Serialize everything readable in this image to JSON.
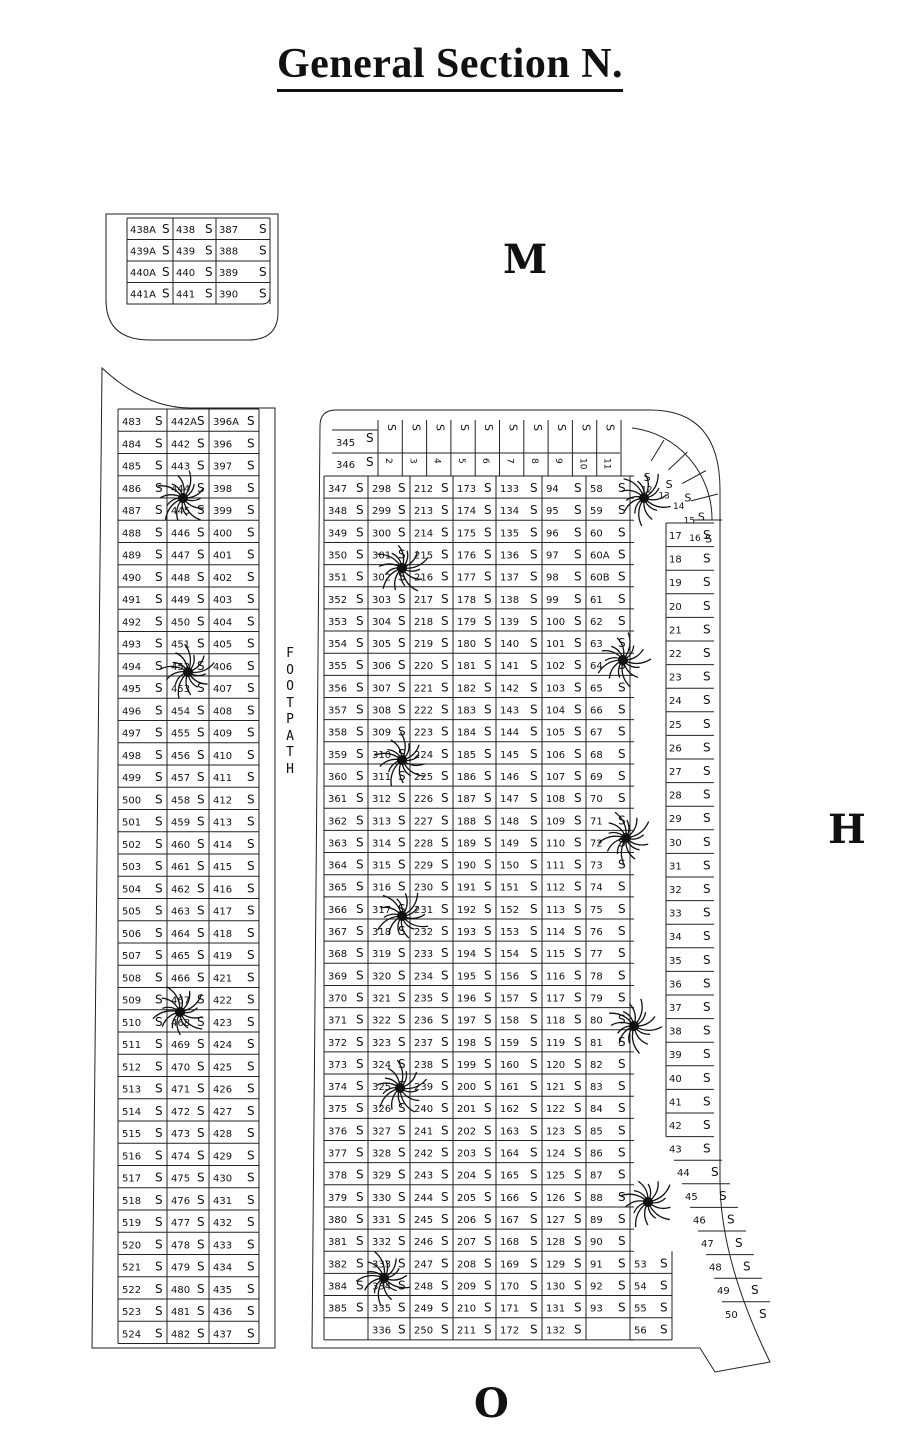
{
  "title": "General Section N.",
  "compass_labels": {
    "north_top": "M",
    "east": "H",
    "south": "O"
  },
  "footpath_label": "FOOTPATH",
  "grave_marker": "S",
  "top_left_block": [
    [
      "438A",
      "438",
      "387"
    ],
    [
      "439A",
      "439",
      "388"
    ],
    [
      "440A",
      "440",
      "389"
    ],
    [
      "441A",
      "441",
      "390"
    ]
  ],
  "left_block_header": [
    "483",
    "442A",
    "396A"
  ],
  "left_block_second_column": [
    "442",
    "443",
    "444",
    "445",
    "446",
    "447",
    "448",
    "449",
    "450",
    "451",
    "452",
    "453",
    "454",
    "455",
    "456",
    "457",
    "458",
    "459",
    "460",
    "461",
    "462",
    "463",
    "464",
    "465",
    "466",
    "467",
    "468",
    "469",
    "470",
    "471",
    "472",
    "473",
    "474",
    "475",
    "476",
    "477",
    "478",
    "479",
    "480",
    "481",
    "482"
  ],
  "left_block_third_column": [
    "396",
    "397",
    "398",
    "399",
    "400",
    "401",
    "402",
    "403",
    "404",
    "405",
    "406",
    "407",
    "408",
    "409",
    "410",
    "411",
    "412",
    "413",
    "414",
    "415",
    "416",
    "417",
    "418",
    "419",
    "421",
    "422",
    "423",
    "424",
    "425",
    "426",
    "427",
    "428",
    "429",
    "430",
    "431",
    "432",
    "433",
    "434",
    "435",
    "436",
    "437"
  ],
  "main_block_top_row": [
    "2",
    "3",
    "4",
    "5",
    "6",
    "7",
    "8",
    "9",
    "10",
    "11"
  ],
  "main_block_top_left": [
    "345",
    "346"
  ],
  "main_block_column_heads": {
    "col1": "347",
    "col2": "298",
    "col3": "212",
    "col4": "173",
    "col5": "133",
    "col6": "94",
    "col7": "58"
  },
  "main_block_col7_values": [
    "58",
    "59",
    "60",
    "60A",
    "60B",
    "61",
    "62",
    "63",
    "64",
    "65",
    "66",
    "67",
    "68",
    "69",
    "70",
    "71",
    "72",
    "73",
    "74",
    "75",
    "76",
    "77",
    "78",
    "79",
    "80",
    "81",
    "82",
    "83",
    "84",
    "85",
    "86",
    "87",
    "88",
    "89",
    "90",
    "91",
    "92",
    "93"
  ],
  "main_block_col6_values": [
    "94",
    "95",
    "96",
    "97",
    "98",
    "99",
    "100",
    "101",
    "102",
    "103",
    "104",
    "105",
    "106",
    "107",
    "108",
    "109",
    "110",
    "111",
    "112",
    "113",
    "114",
    "115",
    "116",
    "117",
    "118",
    "119",
    "120",
    "121",
    "122",
    "123",
    "124",
    "125",
    "126",
    "127",
    "128",
    "129",
    "130",
    "131",
    "132"
  ],
  "main_block_col5_values": [
    "133",
    "134",
    "135",
    "136",
    "137",
    "138",
    "139",
    "140",
    "141",
    "142",
    "143",
    "144",
    "145",
    "146",
    "147",
    "148",
    "149",
    "150",
    "151",
    "152",
    "153",
    "154",
    "156",
    "157",
    "158",
    "159",
    "160",
    "161",
    "162",
    "163",
    "164",
    "165",
    "166",
    "167",
    "168",
    "169",
    "170",
    "171",
    "172"
  ],
  "main_block_col4_values": [
    "173",
    "174",
    "175",
    "176",
    "177",
    "178",
    "179",
    "180",
    "181",
    "182",
    "183",
    "184",
    "185",
    "186",
    "187",
    "188",
    "189",
    "190",
    "191",
    "192",
    "193",
    "194",
    "195",
    "196",
    "197",
    "198",
    "199",
    "200",
    "201",
    "202",
    "203",
    "204",
    "205",
    "206",
    "207",
    "208",
    "209",
    "210",
    "211"
  ],
  "main_block_col3_values": [
    "212",
    "213",
    "214",
    "215",
    "216",
    "217",
    "218",
    "219",
    "220",
    "221",
    "222",
    "223",
    "224",
    "225",
    "226",
    "227",
    "228",
    "229",
    "230",
    "231",
    "232",
    "233",
    "234",
    "235",
    "236",
    "237",
    "238",
    "239",
    "240",
    "241",
    "242",
    "243",
    "244",
    "245",
    "246",
    "247",
    "248",
    "249",
    "250"
  ],
  "main_block_col2_values": [
    "298",
    "299",
    "300",
    "301",
    "302",
    "303",
    "304",
    "305",
    "306",
    "307",
    "308",
    "309",
    "310",
    "311",
    "312",
    "313",
    "314",
    "315",
    "316",
    "317",
    "318",
    "319",
    "320",
    "321",
    "322",
    "323",
    "324",
    "325",
    "326",
    "327",
    "328",
    "329",
    "330",
    "331",
    "332",
    "333",
    "334",
    "335",
    "336"
  ],
  "main_block_col1_values": [
    "347",
    "348",
    "349",
    "350",
    "351",
    "352",
    "353",
    "354",
    "355",
    "356",
    "357",
    "358",
    "359",
    "360",
    "361",
    "362",
    "363",
    "364",
    "365",
    "366",
    "367",
    "368",
    "369",
    "370",
    "371",
    "372",
    "373",
    "374",
    "375",
    "376",
    "377",
    "378",
    "379",
    "380",
    "381",
    "382",
    "384",
    "385"
  ],
  "bottom_right_column": [
    "53",
    "54",
    "55",
    "56"
  ],
  "right_curve_column": [
    "17",
    "18",
    "19",
    "20",
    "21",
    "22",
    "23",
    "24",
    "25",
    "26",
    "27",
    "28",
    "29",
    "30",
    "31",
    "32",
    "33",
    "34",
    "35",
    "36",
    "37",
    "38",
    "39",
    "40",
    "41",
    "42",
    "43",
    "44",
    "45",
    "46",
    "47",
    "48",
    "49",
    "50"
  ],
  "corner_arc_labels": [
    "12",
    "13",
    "14",
    "15",
    "16"
  ]
}
